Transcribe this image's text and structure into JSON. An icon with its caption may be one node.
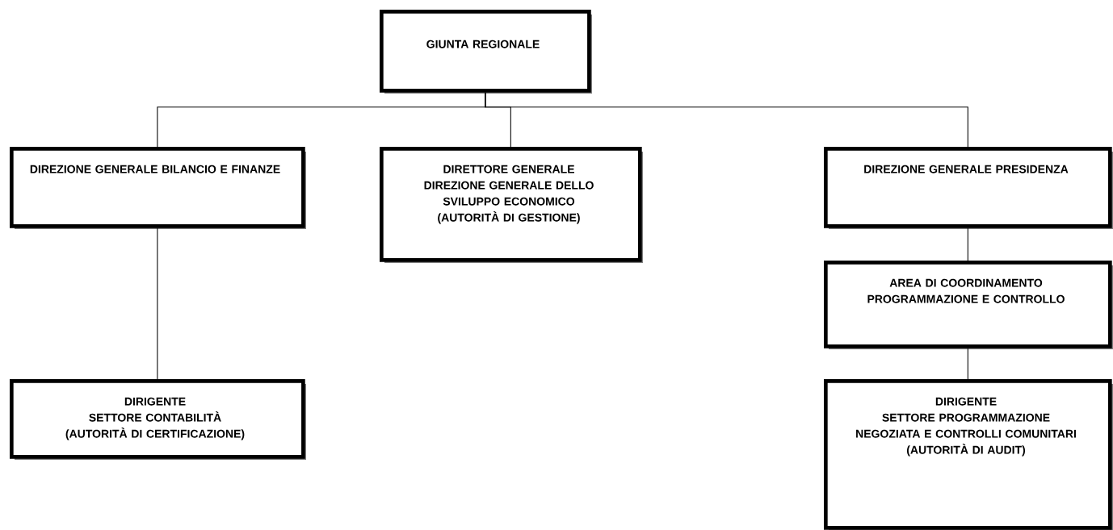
{
  "diagram": {
    "nodes": [
      {
        "text": [
          "GIUNTA REGIONALE"
        ]
      },
      {
        "text": [
          "DIREZIONE GENERALE BILANCIO E FINANZE"
        ]
      },
      {
        "text": [
          "DIRETTORE GENERALE",
          "DIREZIONE GENERALE DELLO SVILUPPO ECONOMICO",
          "(AUTORITÀ DI GESTIONE)"
        ]
      },
      {
        "text": [
          "DIREZIONE GENERALE PRESIDENZA"
        ]
      },
      {
        "text": [
          "AREA DI COORDINAMENTO PROGRAMMAZIONE E CONTROLLO"
        ]
      },
      {
        "text": [
          "DIRIGENTE",
          "SETTORE CONTABILITÀ",
          "(AUTORITÀ DI CERTIFICAZIONE)"
        ]
      },
      {
        "text": [
          "DIRIGENTE",
          "SETTORE PROGRAMMAZIONE NEGOZIATA E CONTROLLI COMUNITARI",
          "(AUTORITÀ DI AUDIT)"
        ]
      }
    ],
    "edges": [
      {
        "from": 0,
        "to": 1,
        "arrow": "none"
      },
      {
        "from": 0,
        "to": 2,
        "arrow": "none"
      },
      {
        "from": 0,
        "to": 3,
        "arrow": "none"
      },
      {
        "from": 1,
        "to": 5,
        "arrow": "none"
      },
      {
        "from": 3,
        "to": 4,
        "arrow": "none"
      },
      {
        "from": 4,
        "to": 6,
        "arrow": "none"
      }
    ]
  }
}
